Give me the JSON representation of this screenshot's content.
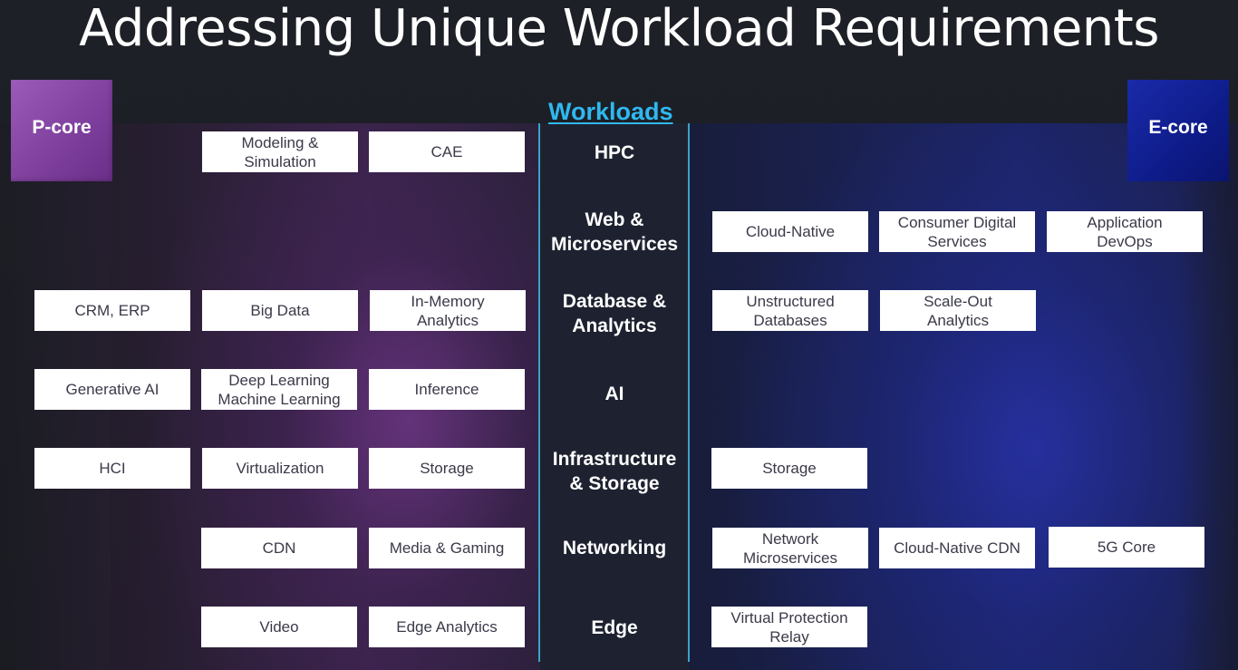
{
  "title": "Addressing Unique Workload Requirements",
  "workloads_heading": "Workloads",
  "p_core_label": "P-core",
  "e_core_label": "E-core",
  "colors": {
    "p_core": "#7d3e9c",
    "e_core": "#0e1c8a",
    "heading": "#2fb8f0",
    "divider": "#3aa3c8"
  },
  "rows": [
    {
      "workload": "HPC",
      "p_core": [
        "Modeling &\nSimulation",
        "CAE"
      ],
      "e_core": []
    },
    {
      "workload": "Web &\nMicroservices",
      "p_core": [],
      "e_core": [
        "Cloud-Native",
        "Consumer Digital\nServices",
        "Application\nDevOps"
      ]
    },
    {
      "workload": "Database &\nAnalytics",
      "p_core": [
        "CRM, ERP",
        "Big Data",
        "In-Memory\nAnalytics"
      ],
      "e_core": [
        "Unstructured\nDatabases",
        "Scale-Out\nAnalytics"
      ]
    },
    {
      "workload": "AI",
      "p_core": [
        "Generative AI",
        "Deep Learning\nMachine Learning",
        "Inference"
      ],
      "e_core": []
    },
    {
      "workload": "Infrastructure\n& Storage",
      "p_core": [
        "HCI",
        "Virtualization",
        "Storage"
      ],
      "e_core": [
        "Storage"
      ]
    },
    {
      "workload": "Networking",
      "p_core": [
        "CDN",
        "Media & Gaming"
      ],
      "e_core": [
        "Network\nMicroservices",
        "Cloud-Native CDN",
        "5G Core"
      ]
    },
    {
      "workload": "Edge",
      "p_core": [
        "Video",
        "Edge Analytics"
      ],
      "e_core": [
        "Virtual Protection\nRelay"
      ]
    }
  ]
}
